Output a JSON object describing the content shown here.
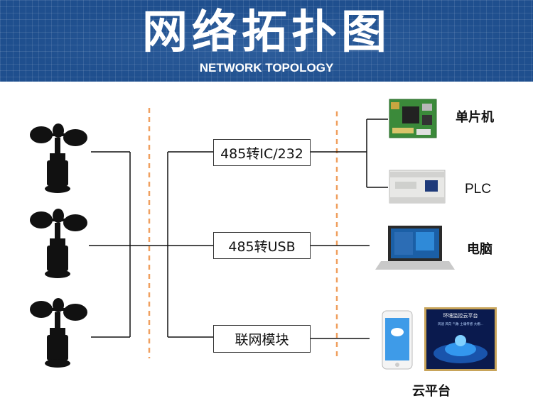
{
  "header": {
    "title": "网络拓扑图",
    "subtitle": "NETWORK TOPOLOGY"
  },
  "converters": [
    {
      "label": "485转IC/232"
    },
    {
      "label": "485转USB"
    },
    {
      "label": "联网模块"
    }
  ],
  "devices": {
    "mcu": "单片机",
    "plc": "PLC",
    "pc": "电脑",
    "cloud": "云平台"
  },
  "cloud_screen": {
    "title": "环境监控云平台",
    "items": "风速  风向  气象  土壤传感  大棚..."
  },
  "colors": {
    "banner": "#1f4f8e",
    "divider": "#f0a060",
    "line": "#111111"
  }
}
